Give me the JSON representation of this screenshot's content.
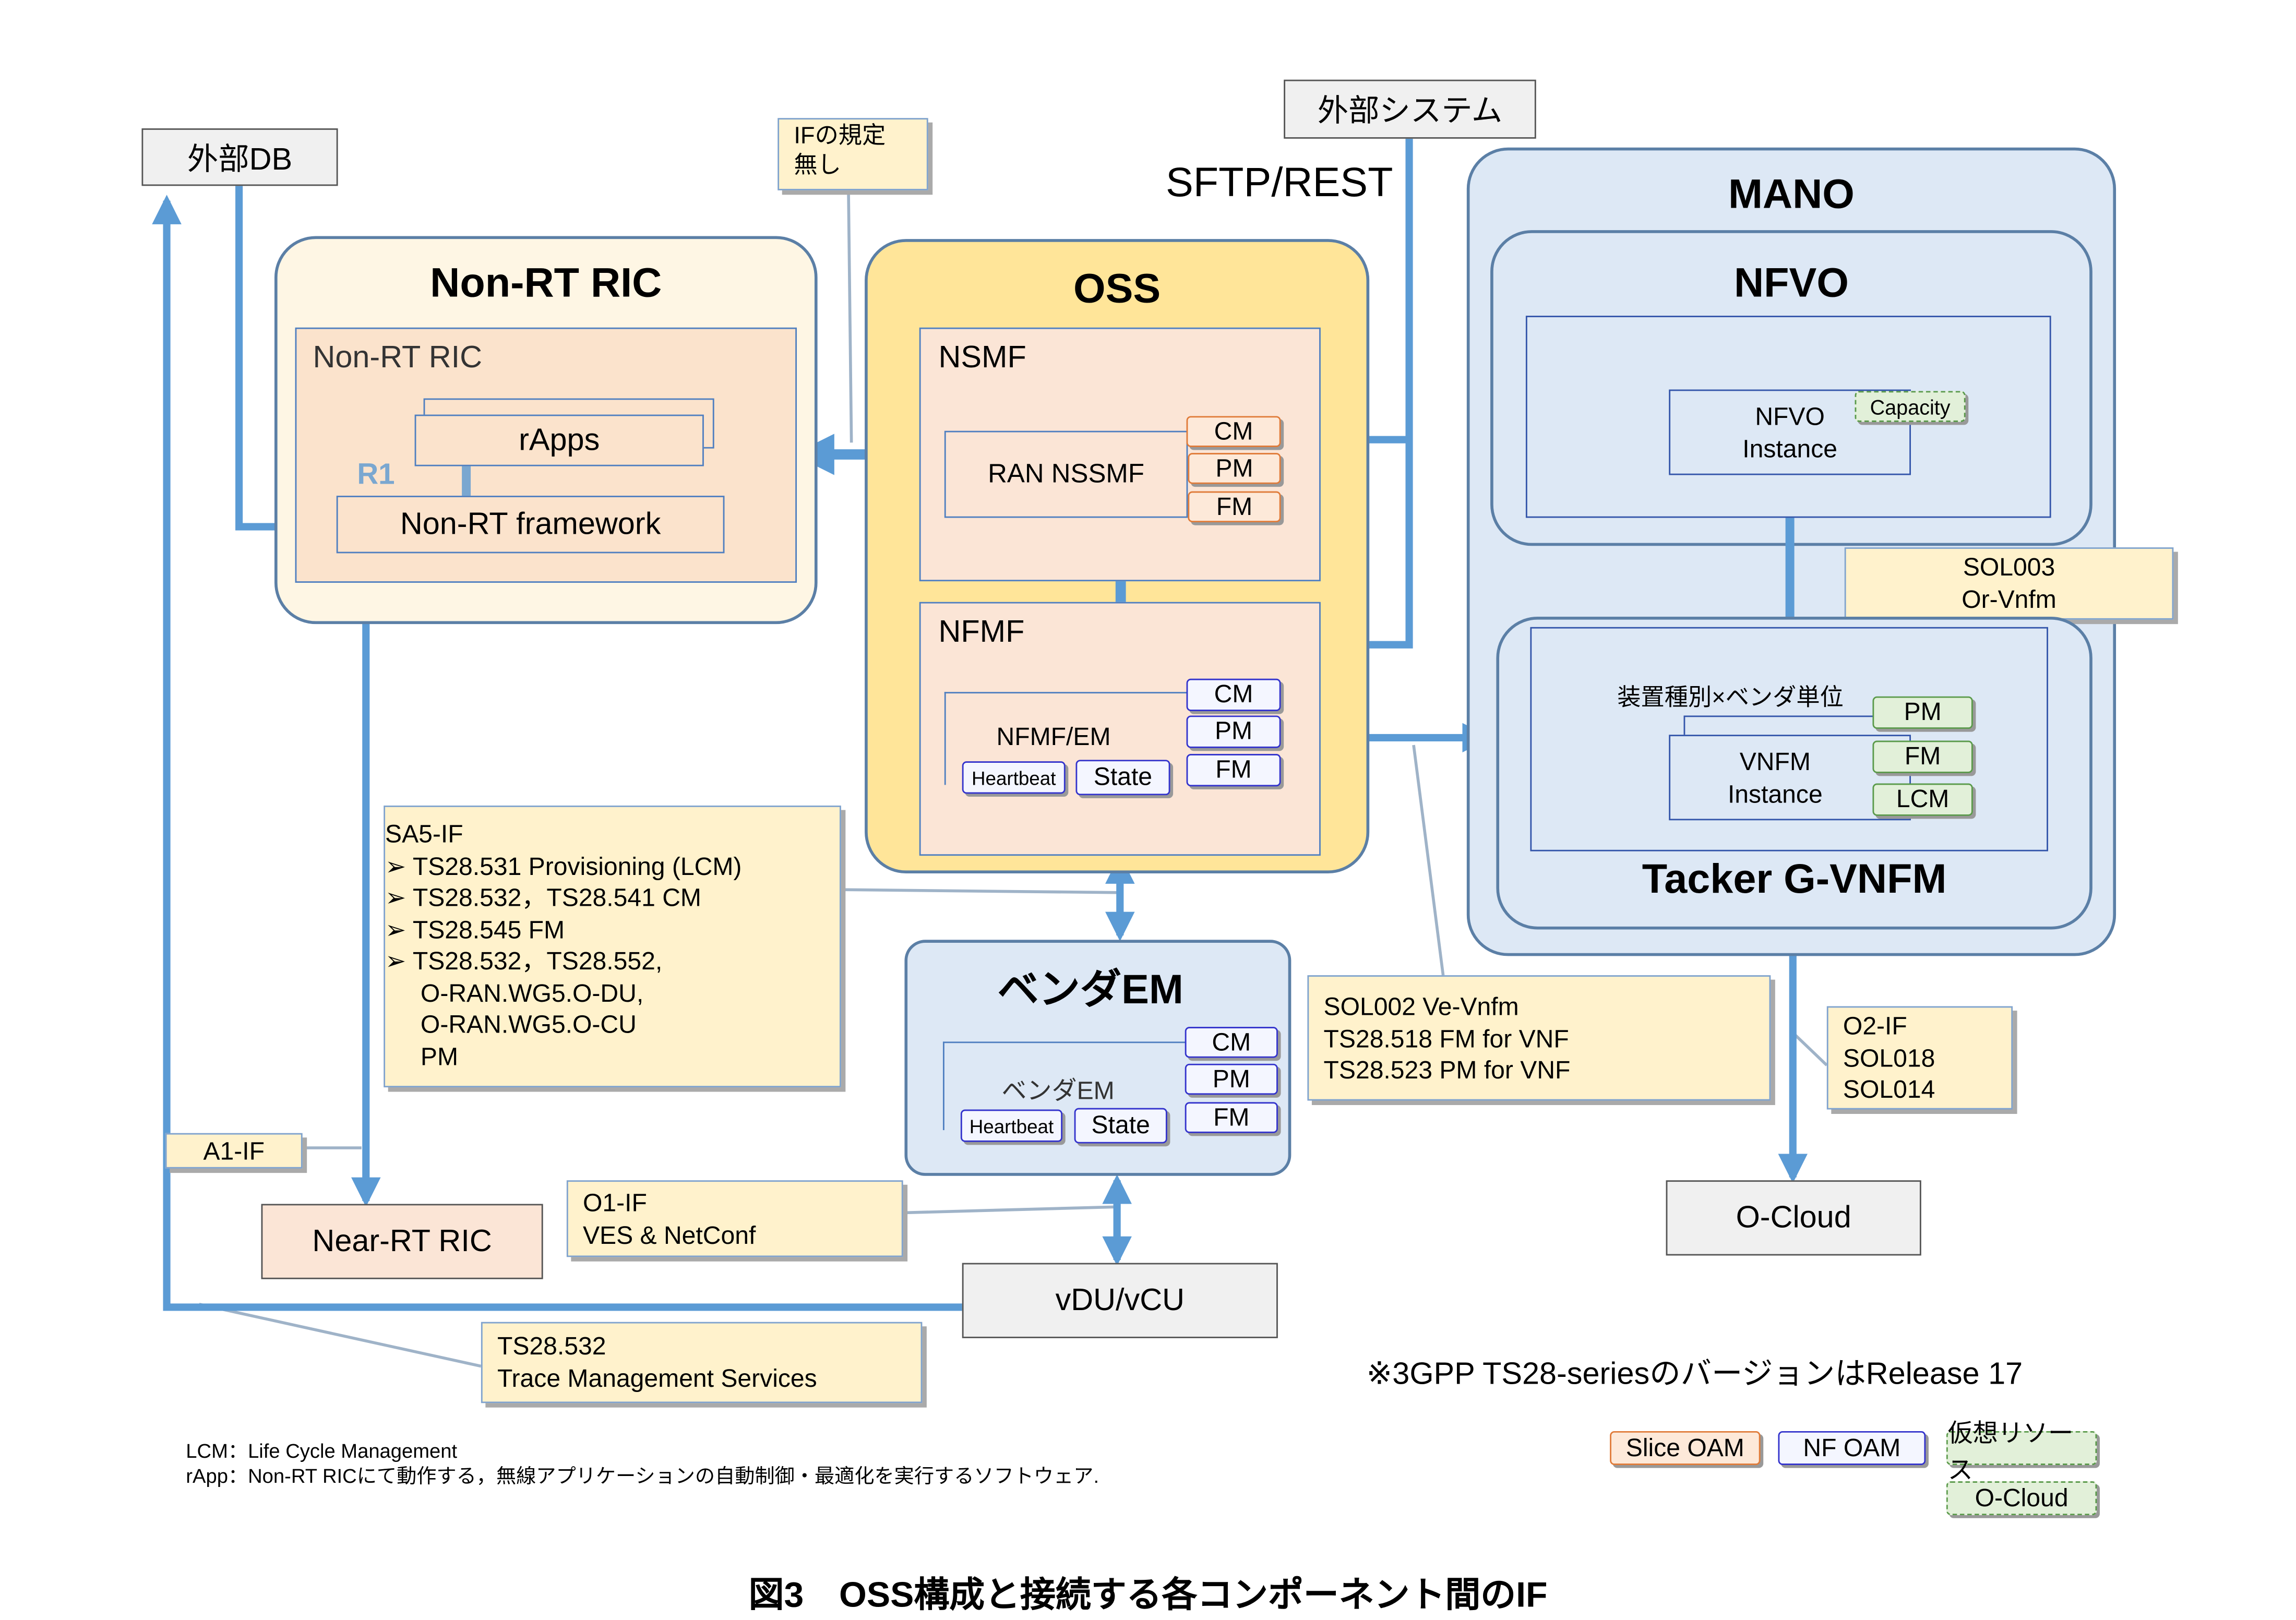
{
  "external_db": "外部DB",
  "if_undefined": [
    "IFの規定",
    "無し"
  ],
  "external_system": "外部システム",
  "sftp_rest": "SFTP/REST",
  "non_rt_ric": {
    "title": "Non-RT RIC",
    "inner_label": "Non-RT RIC",
    "rapps": "rApps",
    "r1": "R1",
    "framework": "Non-RT framework"
  },
  "oss": {
    "title": "OSS",
    "nsmf": {
      "label": "NSMF",
      "ran_nssmf": "RAN NSSMF",
      "cm": "CM",
      "pm": "PM",
      "fm": "FM"
    },
    "nfmf": {
      "label": "NFMF",
      "nfmf_em": "NFMF/EM",
      "heartbeat": "Heartbeat",
      "state": "State",
      "cm": "CM",
      "pm": "PM",
      "fm": "FM"
    }
  },
  "mano": {
    "title": "MANO",
    "nfvo": {
      "title": "NFVO",
      "instance": [
        "NFVO",
        "Instance"
      ],
      "capacity": "Capacity"
    },
    "sol003": [
      "SOL003",
      "Or-Vnfm"
    ],
    "vnfm": {
      "title": "Tacker G-VNFM",
      "unit": "装置種別×ベンダ単位",
      "instance": [
        "VNFM",
        "Instance"
      ],
      "pm": "PM",
      "fm": "FM",
      "lcm": "LCM"
    }
  },
  "vendor_em": {
    "title": "ベンダEM",
    "inner": "ベンダEM",
    "heartbeat": "Heartbeat",
    "state": "State",
    "cm": "CM",
    "pm": "PM",
    "fm": "FM"
  },
  "sa5_if": {
    "heading": "SA5-IF",
    "items": [
      "TS28.531 Provisioning (LCM)",
      "TS28.532，TS28.541 CM",
      "TS28.545 FM",
      "TS28.532，TS28.552,"
    ],
    "cont": [
      "O-RAN.WG5.O-DU,",
      "O-RAN.WG5.O-CU",
      "PM"
    ]
  },
  "sol002": [
    "SOL002 Ve-Vnfm",
    "TS28.518 FM for VNF",
    "TS28.523 PM for VNF"
  ],
  "o2_if": [
    "O2-IF",
    "SOL018",
    "SOL014"
  ],
  "a1_if": "A1-IF",
  "near_rt_ric": "Near-RT RIC",
  "o1_if": [
    "O1-IF",
    "VES & NetConf"
  ],
  "vdu_vcu": "vDU/vCU",
  "o_cloud": "O-Cloud",
  "ts28532": [
    "TS28.532",
    "Trace Management Services"
  ],
  "release_note": "※3GPP TS28-seriesのバージョンはRelease 17",
  "legend": {
    "slice_oam": "Slice OAM",
    "nf_oam": "NF OAM",
    "virtual_resource": "仮想リソース",
    "o_cloud": "O-Cloud"
  },
  "footnotes": [
    "LCM：Life Cycle Management",
    "rApp：Non-RT RICにて動作する，無線アプリケーションの自動制御・最適化を実行するソフトウェア."
  ],
  "caption": "図3　OSS構成と接続する各コンポーネント間のIF",
  "colors": {
    "arrow": "#5b9bd5",
    "oss": "#ffe599",
    "mano": "#dde8f5",
    "nonrt": "#fef6e4",
    "slice_oam": "#e07b39",
    "nf_oam": "#3333cc",
    "virtual": "#5a9a4a"
  }
}
